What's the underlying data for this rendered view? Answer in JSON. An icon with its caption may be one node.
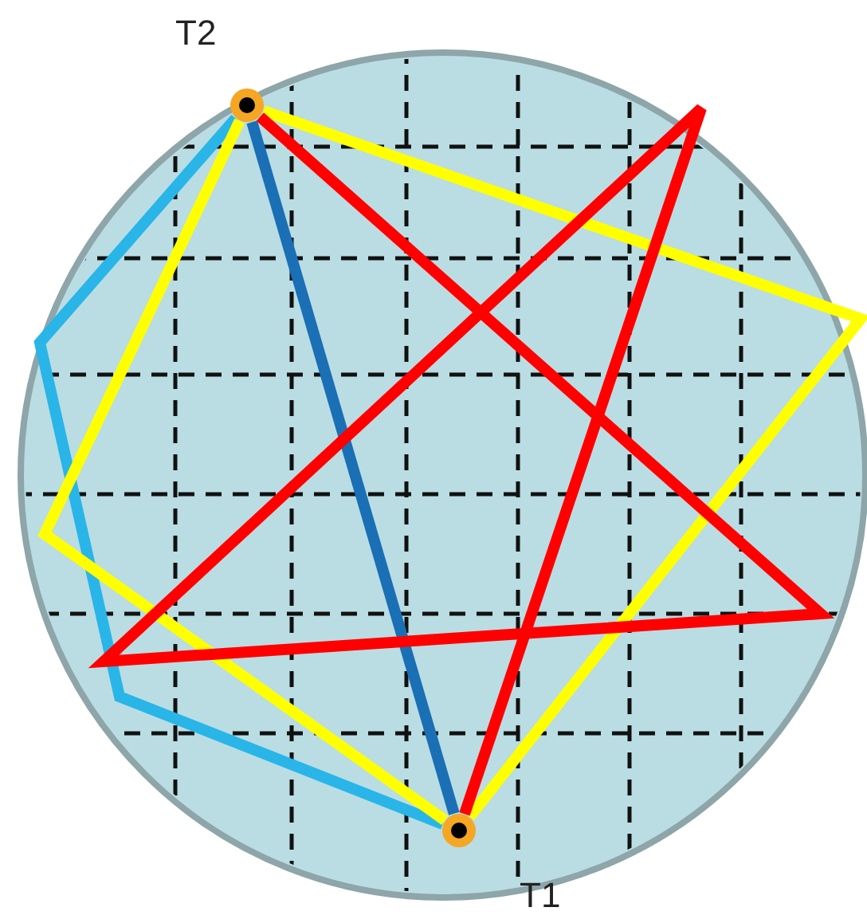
{
  "diagram": {
    "nodes": [
      {
        "text": [
          "T2"
        ]
      },
      {
        "text": [
          "T1"
        ]
      }
    ],
    "edges": [
      {
        "from": 0,
        "to": 1,
        "arrow": "none",
        "color": "#29b5e8"
      },
      {
        "from": 0,
        "to": 1,
        "arrow": "none",
        "color": "#ffff00"
      },
      {
        "from": 0,
        "to": 1,
        "arrow": "none",
        "color": "#ffff00"
      },
      {
        "from": 0,
        "to": 1,
        "arrow": "none",
        "color": "#1a6fb5"
      },
      {
        "from": 0,
        "to": 1,
        "arrow": "none",
        "color": "#ff0000"
      }
    ]
  }
}
